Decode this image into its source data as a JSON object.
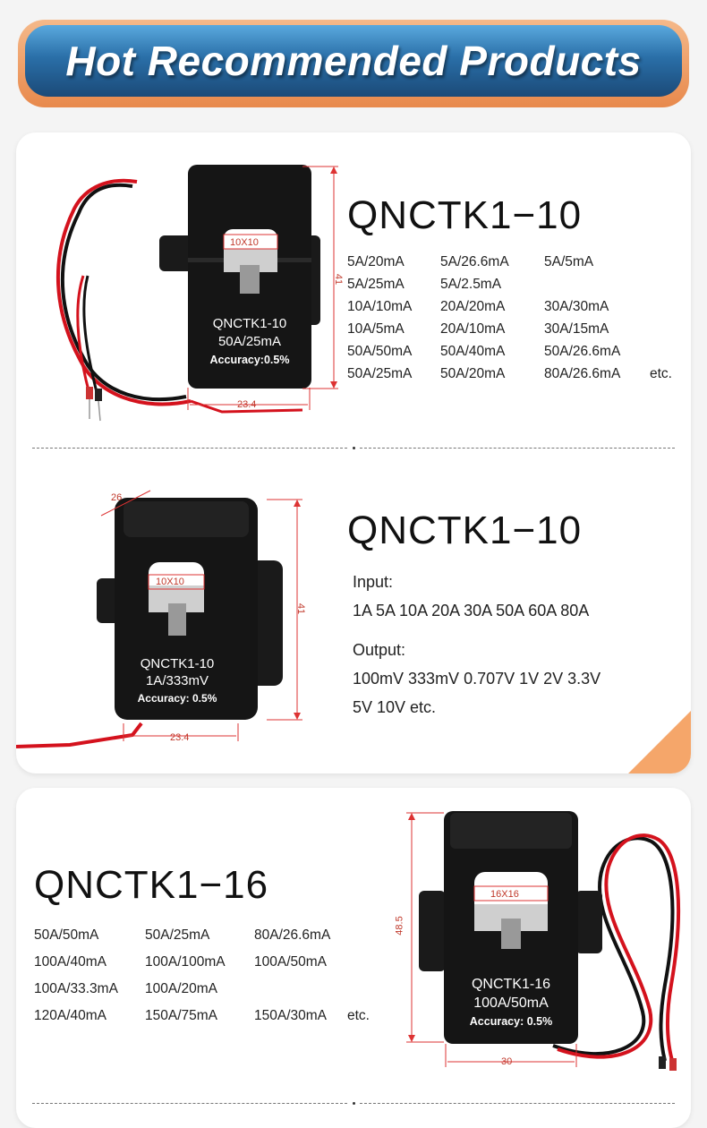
{
  "banner": {
    "title": "Hot Recommended Products"
  },
  "product1": {
    "model": "QNCTK1−10",
    "device_label": "QNCTK1-10",
    "device_rating": "50A/25mA",
    "device_accuracy": "Accuracy:0.5%",
    "window": "10X10",
    "dim_height": "41",
    "dim_width": "23.4",
    "specs": [
      [
        "5A/20mA",
        "5A/26.6mA",
        "5A/5mA",
        ""
      ],
      [
        "5A/25mA",
        "5A/2.5mA",
        "",
        ""
      ],
      [
        "10A/10mA",
        "20A/20mA",
        "30A/30mA",
        ""
      ],
      [
        "10A/5mA",
        "20A/10mA",
        "30A/15mA",
        ""
      ],
      [
        "50A/50mA",
        "50A/40mA",
        "50A/26.6mA",
        ""
      ],
      [
        "50A/25mA",
        "50A/20mA",
        "80A/26.6mA",
        "etc."
      ]
    ]
  },
  "product2": {
    "model": "QNCTK1−10",
    "device_label": "QNCTK1-10",
    "device_rating": "1A/333mV",
    "device_accuracy": "Accuracy: 0.5%",
    "window": "10X10",
    "dim_top": "26",
    "dim_height": "41",
    "dim_width": "23.4",
    "input_label": "Input:",
    "input_values": "1A 5A 10A 20A 30A 50A 60A 80A",
    "output_label": "Output:",
    "output_line1": "100mV 333mV 0.707V 1V 2V 3.3V",
    "output_line2": "5V 10V etc."
  },
  "product3": {
    "model": "QNCTK1−16",
    "device_label": "QNCTK1-16",
    "device_rating": "100A/50mA",
    "device_accuracy": "Accuracy: 0.5%",
    "window": "16X16",
    "dim_height": "48.5",
    "dim_width": "30",
    "specs": [
      [
        "50A/50mA",
        "50A/25mA",
        "80A/26.6mA",
        ""
      ],
      [
        "100A/40mA",
        "100A/100mA",
        "100A/50mA",
        ""
      ],
      [
        "100A/33.3mA",
        "100A/20mA",
        "",
        ""
      ],
      [
        "120A/40mA",
        "150A/75mA",
        "150A/30mA",
        "etc."
      ]
    ]
  }
}
